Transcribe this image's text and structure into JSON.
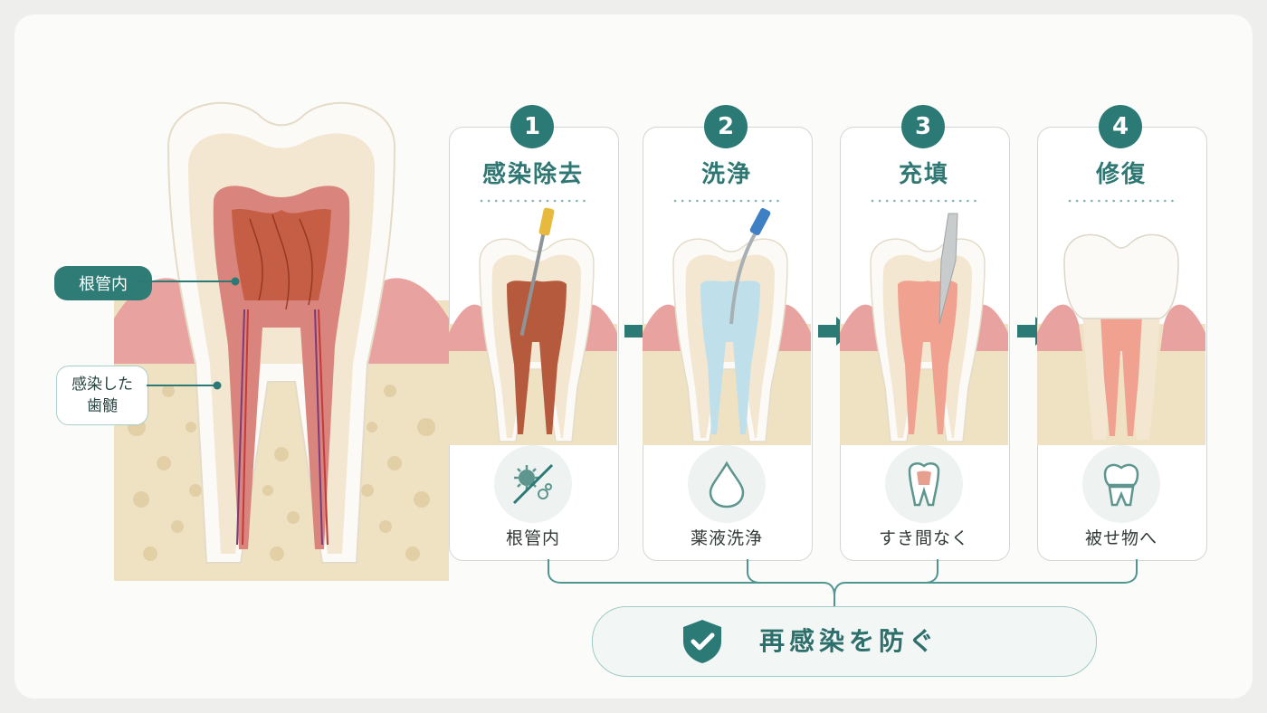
{
  "diagram": {
    "callouts": {
      "root_canal": "根管内",
      "infected_pulp_line1": "感染した",
      "infected_pulp_line2": "歯髄"
    },
    "steps": [
      {
        "number": "1",
        "title": "感染除去",
        "label": "根管内",
        "icon": "virus-crossed-icon"
      },
      {
        "number": "2",
        "title": "洗浄",
        "label": "薬液洗浄",
        "icon": "water-drop-icon"
      },
      {
        "number": "3",
        "title": "充填",
        "label": "すき間なく",
        "icon": "filled-tooth-icon"
      },
      {
        "number": "4",
        "title": "修復",
        "label": "被せ物へ",
        "icon": "crowned-tooth-icon"
      }
    ],
    "goal": {
      "label": "再感染を防ぐ",
      "icon": "shield-check-icon"
    }
  },
  "colors": {
    "teal": "#2c7a76",
    "gum": "#e8a2a0",
    "pulp": "#d9847c",
    "dentin": "#f3e7d2",
    "enamel": "#fbfaf6",
    "bone": "#efe2c3"
  }
}
